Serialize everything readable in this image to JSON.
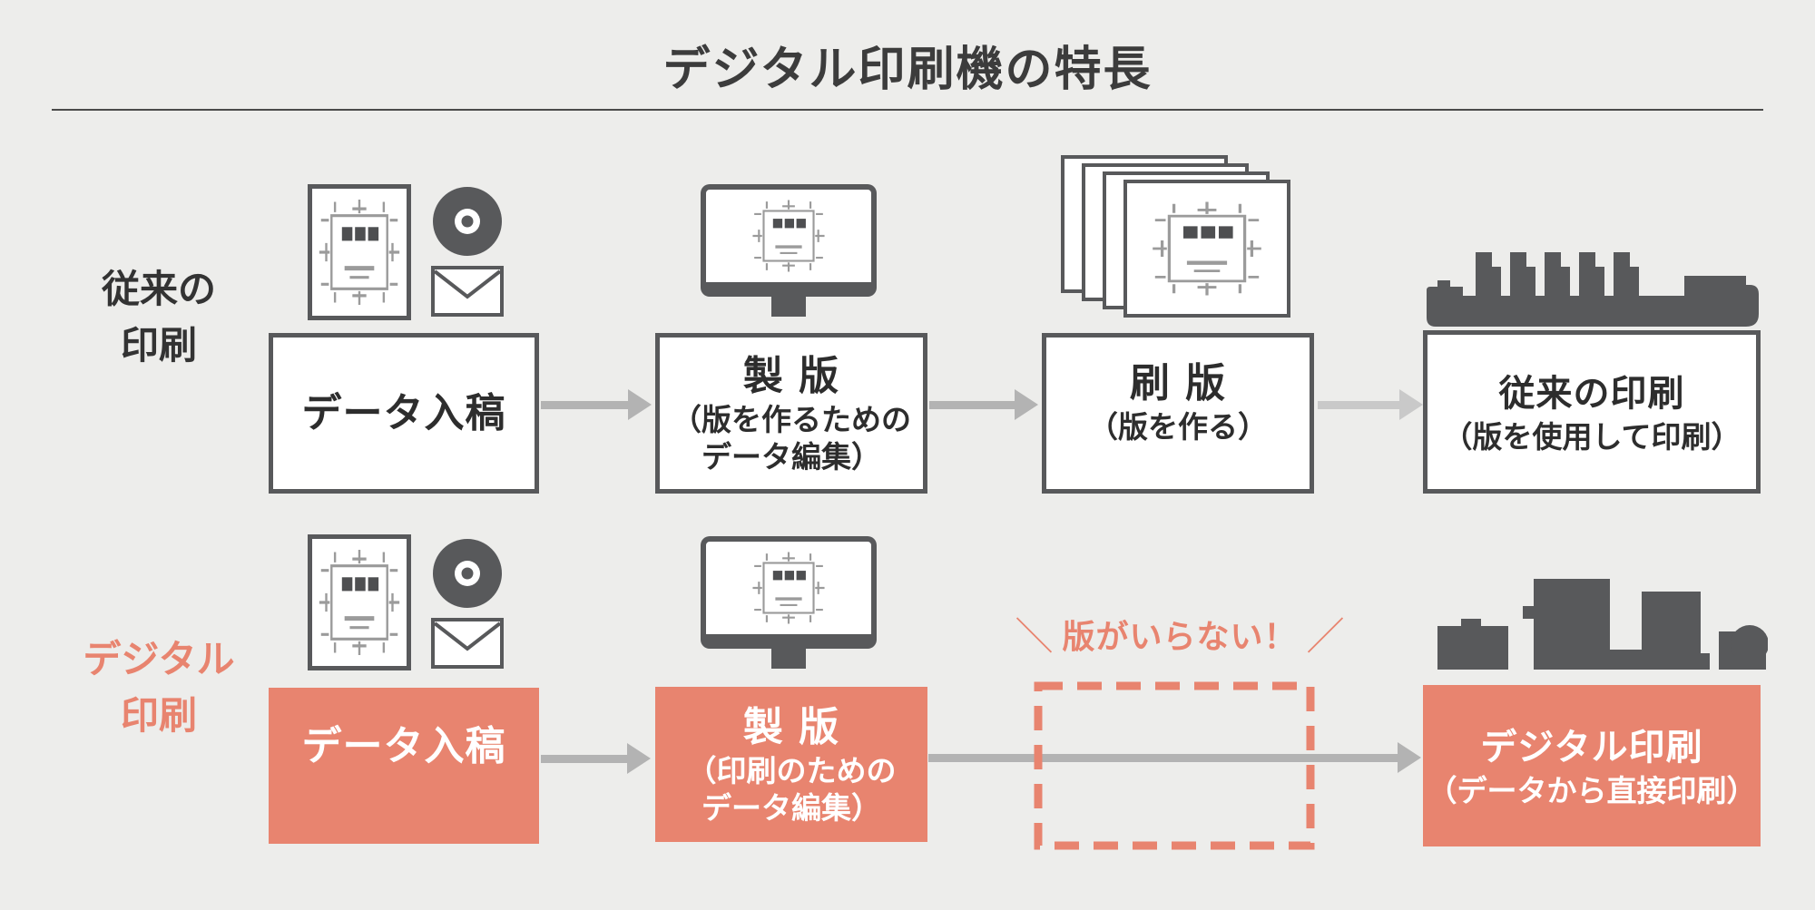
{
  "title": "デジタル印刷機の特長",
  "legacy_row": {
    "label_line1": "従来の",
    "label_line2": "印刷",
    "step1_title": "データ入稿",
    "step2_title": "製 版",
    "step2_line2": "（版を作るための",
    "step2_line3": "データ編集）",
    "step3_title": "刷 版",
    "step3_line2": "（版を作る）",
    "step4_title": "従来の印刷",
    "step4_line2": "（版を使用して印刷）"
  },
  "digital_row": {
    "label_line1": "デジタル",
    "label_line2": "印刷",
    "step1_title": "データ入稿",
    "step2_title": "製 版",
    "step2_line2": "（印刷のための",
    "step2_line3": "データ編集）",
    "note_slash_left": "＼",
    "note_text": "版がいらない！",
    "note_slash_right": "／",
    "step4_title": "デジタル印刷",
    "step4_line2": "（データから直接印刷）"
  },
  "icons": {
    "data_submission": [
      "document-with-registration-marks",
      "cd-disc",
      "envelope"
    ],
    "plate_setup": "monitor-with-artwork",
    "plate_making": "printing-plates-stack",
    "legacy_printing": "offset-press-silhouette",
    "digital_printing": "digital-press-silhouette"
  },
  "colors": {
    "background": "#EDEDEB",
    "accent_coral": "#E8846F",
    "dark_gray": "#58595B",
    "arrow_gray": "#B3B3B3",
    "arrow_light_gray": "#C9C9C9",
    "text_dark": "#2D2D2D"
  }
}
